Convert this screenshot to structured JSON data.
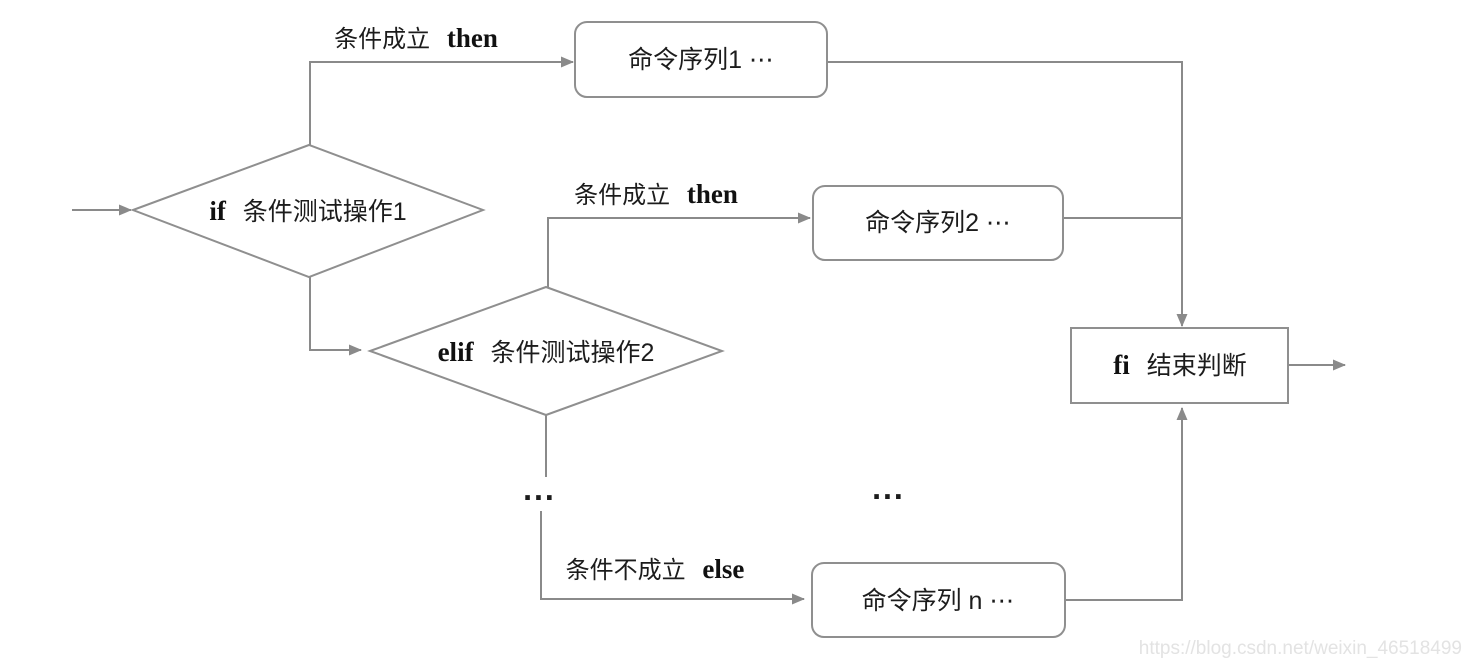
{
  "diagram": {
    "colors": {
      "line": "#8a8a8a",
      "node_border": "#8f8f8f",
      "node_fill": "#ffffff",
      "text": "#1c1c1c",
      "watermark": "#e3e3e3"
    },
    "nodes": {
      "if_diamond": {
        "keyword": "if",
        "label": "条件测试操作1"
      },
      "elif_diamond": {
        "keyword": "elif",
        "label": "条件测试操作2"
      },
      "cmd1_box": {
        "label": "命令序列1 ⋯"
      },
      "cmd2_box": {
        "label": "命令序列2 ⋯"
      },
      "cmdn_box": {
        "label": "命令序列 n ⋯"
      },
      "fi_box": {
        "keyword": "fi",
        "label": "结束判断"
      }
    },
    "edge_labels": {
      "if_true": {
        "text": "条件成立",
        "keyword": "then"
      },
      "elif_true": {
        "text": "条件成立",
        "keyword": "then"
      },
      "else_branch": {
        "text": "条件不成立",
        "keyword": "else"
      },
      "ellipsis_branch": "...",
      "ellipsis_middle": "..."
    },
    "watermark": "https://blog.csdn.net/weixin_46518499"
  }
}
